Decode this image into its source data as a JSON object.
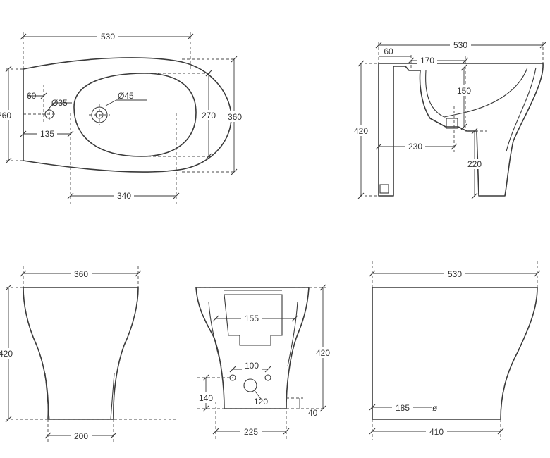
{
  "colors": {
    "line": "#3a3a3a",
    "background": "#ffffff"
  },
  "dimensions": {
    "top": {
      "overall_length": "530",
      "tap_offset": "60",
      "tap_hole": "Ø35",
      "drain_hole": "Ø45",
      "tap_to_drain": "135",
      "basin_length": "340",
      "basin_width": "270",
      "overall_width": "360",
      "rear_width": "260"
    },
    "side_section": {
      "overall_length": "530",
      "wall_offset": "60",
      "basin_depth_length": "170",
      "basin_depth": "150",
      "height": "420",
      "outlet_distance": "230",
      "outlet_height": "220"
    },
    "front": {
      "width": "360",
      "height": "420",
      "foot_width": "200"
    },
    "rear": {
      "fixing_width": "155",
      "bolt_spacing": "100",
      "height": "420",
      "bolt_height": "140",
      "outlet_diameter": "120",
      "base_height": "40",
      "foot_width": "225"
    },
    "side": {
      "length": "530",
      "outlet_from_wall": "185",
      "outlet_symbol": "ø",
      "foot_length": "410"
    }
  }
}
